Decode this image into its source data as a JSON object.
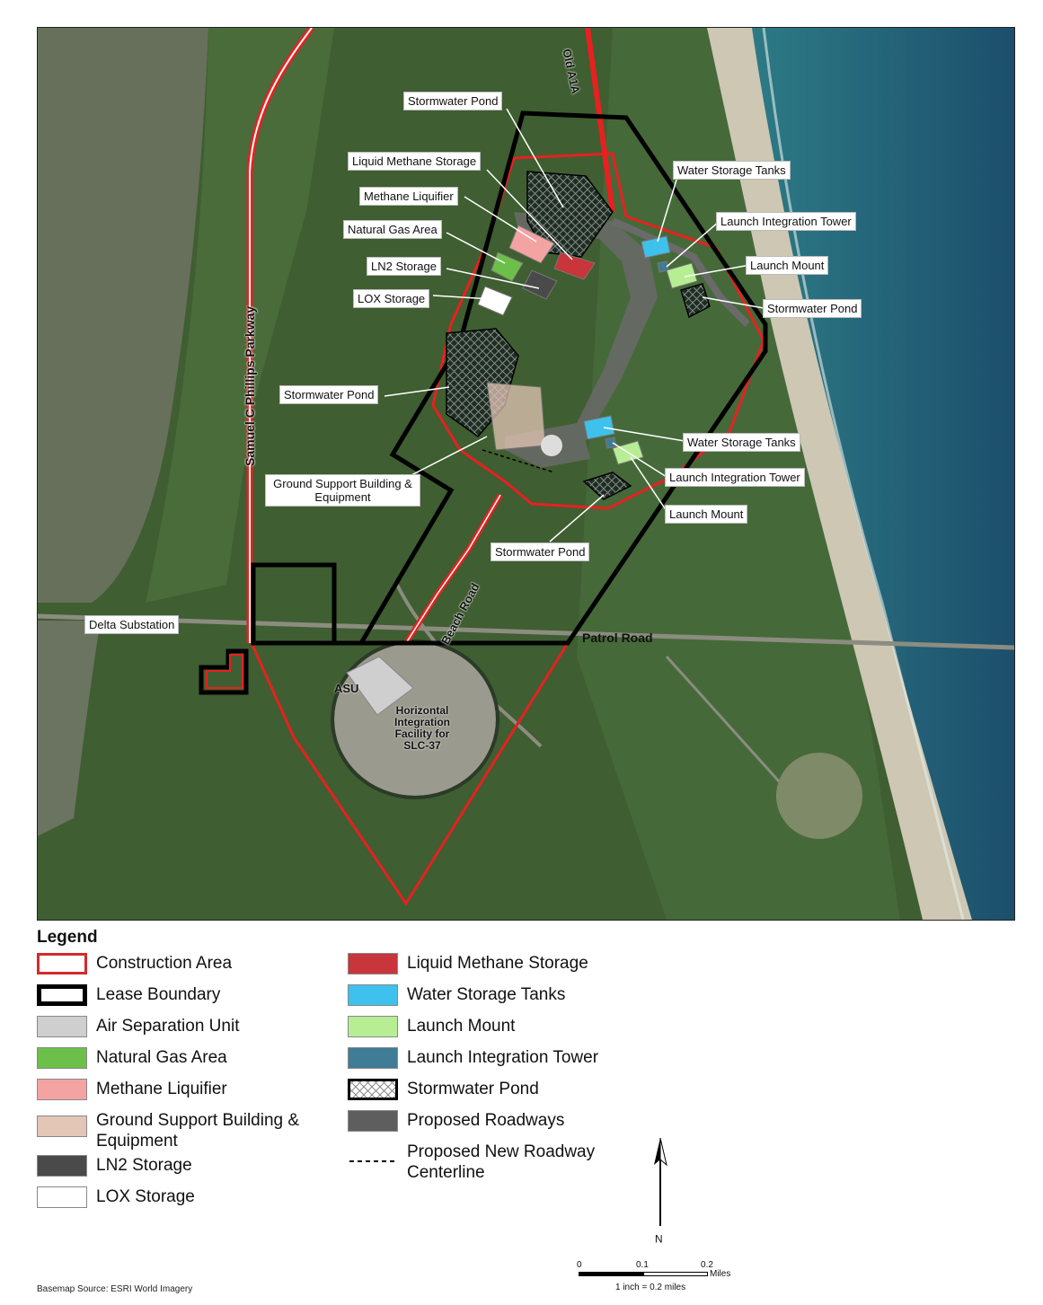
{
  "map": {
    "labels": {
      "old_a1a": "Old A1A",
      "stormwater_pond_top": "Stormwater Pond",
      "liquid_methane_storage": "Liquid Methane Storage",
      "methane_liquifier": "Methane Liquifier",
      "natural_gas_area": "Natural Gas Area",
      "ln2_storage": "LN2 Storage",
      "lox_storage": "LOX Storage",
      "stormwater_pond_left": "Stormwater Pond",
      "ground_support": "Ground Support Building & Equipment",
      "water_storage_tanks_1": "Water Storage Tanks",
      "launch_integration_tower_1": "Launch Integration Tower",
      "launch_mount_1": "Launch Mount",
      "stormwater_pond_right": "Stormwater Pond",
      "water_storage_tanks_2": "Water Storage Tanks",
      "launch_integration_tower_2": "Launch Integration Tower",
      "launch_mount_2": "Launch Mount",
      "stormwater_pond_bottom": "Stormwater Pond",
      "samuel_parkway": "Samuel C Phillips Parkway",
      "beach_road": "Beach Road",
      "patrol_road": "Patrol Road",
      "delta_substation": "Delta Substation",
      "asu": "ASU",
      "horizontal_integration": "Horizontal Integration Facility for SLC-37"
    }
  },
  "legend": {
    "title": "Legend",
    "items_left": [
      {
        "label": "Construction Area",
        "fill": "#ffffff",
        "stroke": "#d42a2a"
      },
      {
        "label": "Lease Boundary",
        "fill": "#ffffff",
        "stroke": "#000000"
      },
      {
        "label": "Air Separation Unit",
        "fill": "#cfcfcf",
        "stroke": "#888888"
      },
      {
        "label": "Natural Gas Area",
        "fill": "#6cc04a",
        "stroke": "#888888"
      },
      {
        "label": "Methane Liquifier",
        "fill": "#f4a3a3",
        "stroke": "#888888"
      },
      {
        "label": "Ground Support Building & Equipment",
        "fill": "#e3c6b6",
        "stroke": "#888888"
      },
      {
        "label": "LN2 Storage",
        "fill": "#4a4a4a",
        "stroke": "#888888"
      },
      {
        "label": "LOX Storage",
        "fill": "#ffffff",
        "stroke": "#888888"
      }
    ],
    "items_right": [
      {
        "label": "Liquid Methane Storage",
        "fill": "#c8353a",
        "stroke": "#888888"
      },
      {
        "label": "Water Storage Tanks",
        "fill": "#3ec1ec",
        "stroke": "#888888"
      },
      {
        "label": "Launch Mount",
        "fill": "#b7ee93",
        "stroke": "#888888"
      },
      {
        "label": "Launch Integration Tower",
        "fill": "#3f7c96",
        "stroke": "#888888"
      },
      {
        "label": "Stormwater Pond",
        "fill": "hatch",
        "stroke": "#000000"
      },
      {
        "label": "Proposed Roadways",
        "fill": "#5e5e5e",
        "stroke": "#888888"
      },
      {
        "label": "Proposed New Roadway Centerline",
        "fill": "dash",
        "stroke": "#000000"
      }
    ]
  },
  "north_arrow": "N",
  "scale": {
    "tick_0": "0",
    "tick_1": "0.1",
    "tick_2": "0.2",
    "unit": "Miles",
    "ratio": "1 inch = 0.2 miles"
  },
  "basemap_source": "Basemap Source: ESRI World Imagery"
}
